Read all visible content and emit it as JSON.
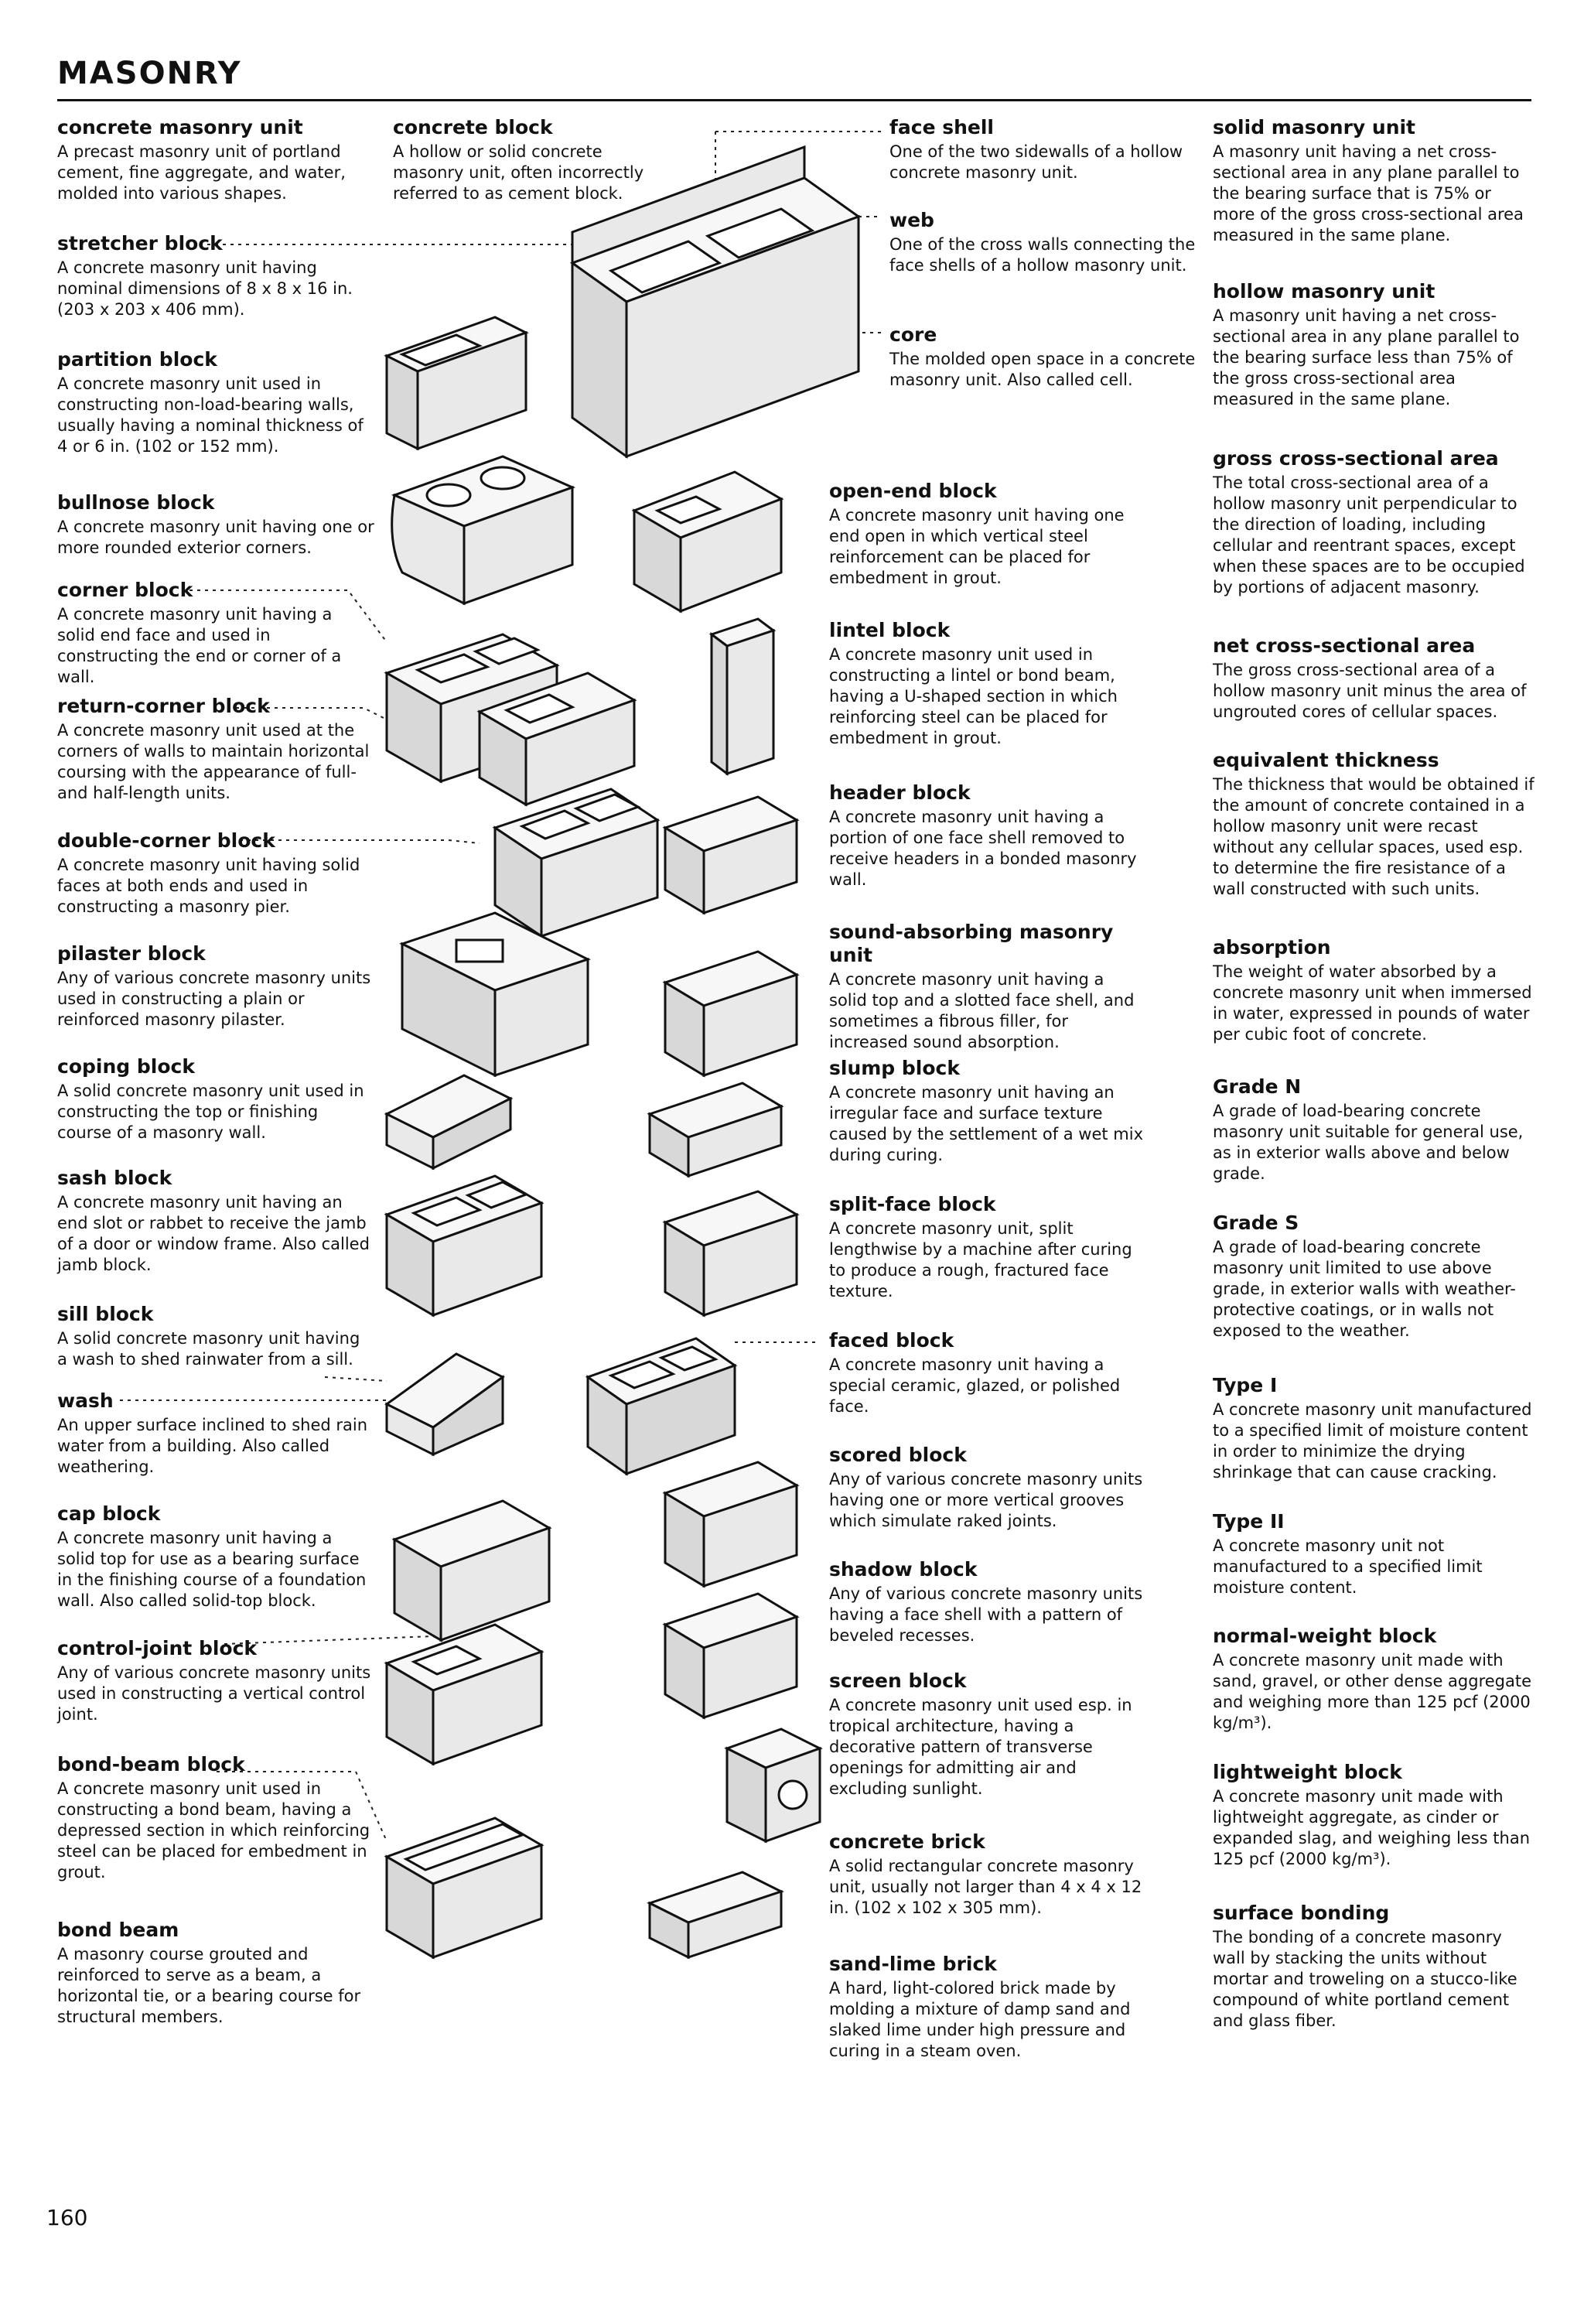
{
  "header": {
    "title": "MASONRY"
  },
  "page_number": "160",
  "col1": [
    {
      "term": "concrete masonry unit",
      "def": "A precast masonry unit of portland cement, fine aggregate, and water, molded into various shapes."
    },
    {
      "term": "stretcher block",
      "def": "A concrete masonry unit having nominal dimensions of 8 x 8 x 16 in. (203 x 203 x 406 mm)."
    },
    {
      "term": "partition block",
      "def": "A concrete masonry unit used in constructing non-load-bearing walls, usually having a nominal thickness of 4 or 6 in. (102 or 152 mm)."
    },
    {
      "term": "bullnose block",
      "def": "A concrete masonry unit having one or more rounded exterior corners."
    },
    {
      "term": "corner block",
      "def": "A concrete masonry unit having a solid end face and used in constructing the end or corner of a wall."
    },
    {
      "term": "return-corner block",
      "def": "A concrete masonry unit used at the corners of walls to maintain horizontal coursing with the appearance of full- and half-length units."
    },
    {
      "term": "double-corner block",
      "def": "A concrete masonry unit having solid faces at both ends and used in constructing a masonry pier."
    },
    {
      "term": "pilaster block",
      "def": "Any of various concrete masonry units used in constructing a plain or reinforced masonry pilaster."
    },
    {
      "term": "coping block",
      "def": "A solid concrete masonry unit used in constructing the top or finishing course of a masonry wall."
    },
    {
      "term": "sash block",
      "def": "A concrete masonry unit having an end slot or rabbet to receive the jamb of a door or window frame. Also called jamb block."
    },
    {
      "term": "sill block",
      "def": "A solid concrete masonry unit having a wash to shed rainwater from a sill."
    },
    {
      "term": "wash",
      "def": "An upper surface inclined to shed rain water from a building. Also called weathering."
    },
    {
      "term": "cap block",
      "def": "A concrete masonry unit having a solid top for use as a bearing surface in the finishing course of a foundation wall. Also called solid-top block."
    },
    {
      "term": "control-joint block",
      "def": "Any of various concrete masonry units used in constructing a vertical control joint."
    },
    {
      "term": "bond-beam block",
      "def": "A concrete masonry unit used in constructing a bond beam, having a depressed section in which reinforcing steel can be placed for embedment in grout."
    },
    {
      "term": "bond beam",
      "def": "A masonry course grouted and reinforced to serve as a beam, a horizontal tie, or a bearing course for structural members."
    }
  ],
  "col2": [
    {
      "term": "concrete block",
      "def": "A hollow or solid concrete masonry unit, often incorrectly referred to as cement block."
    }
  ],
  "col3": [
    {
      "term": "face shell",
      "def": "One of the two sidewalls of a hollow concrete masonry unit."
    },
    {
      "term": "web",
      "def": "One of the cross walls connecting the face shells of a hollow masonry unit."
    },
    {
      "term": "core",
      "def": "The molded open space in a concrete masonry unit. Also called cell."
    },
    {
      "term": "open-end block",
      "def": "A concrete masonry unit having one end open in which vertical steel reinforcement can be placed for embedment in grout."
    },
    {
      "term": "lintel block",
      "def": "A concrete masonry unit used in constructing a lintel or bond beam, having a U-shaped section in which reinforcing steel can be placed for embedment in grout."
    },
    {
      "term": "header block",
      "def": "A concrete masonry unit having a portion of one face shell removed to receive headers in a bonded masonry wall."
    },
    {
      "term": "sound-absorbing masonry unit",
      "def": "A concrete masonry unit having a solid top and a slotted face shell, and sometimes a fibrous filler, for increased sound absorption."
    },
    {
      "term": "slump block",
      "def": "A concrete masonry unit having an irregular face and surface texture caused by the settlement of a wet mix during curing."
    },
    {
      "term": "split-face block",
      "def": "A concrete masonry unit, split lengthwise by a machine after curing to produce a rough, fractured face texture."
    },
    {
      "term": "faced block",
      "def": "A concrete masonry unit having a special ceramic, glazed, or polished face."
    },
    {
      "term": "scored block",
      "def": "Any of various concrete masonry units having one or more vertical grooves which simulate raked joints."
    },
    {
      "term": "shadow block",
      "def": "Any of various concrete masonry units having a face shell with a pattern of beveled recesses."
    },
    {
      "term": "screen block",
      "def": "A concrete masonry unit used esp. in tropical architecture, having a decorative pattern of transverse openings for admitting air and excluding sunlight."
    },
    {
      "term": "concrete brick",
      "def": "A solid rectangular concrete masonry unit, usually not larger than 4 x 4 x 12 in. (102 x 102 x 305 mm)."
    },
    {
      "term": "sand-lime brick",
      "def": "A hard, light-colored brick made by molding a mixture of damp sand and slaked lime under high pressure and curing in a steam oven."
    }
  ],
  "col4": [
    {
      "term": "solid masonry unit",
      "def": "A masonry unit having a net cross-sectional area in any plane parallel to the bearing surface that is 75% or more of the gross cross-sectional area measured in the same plane."
    },
    {
      "term": "hollow masonry unit",
      "def": "A masonry unit having a net cross-sectional area in any plane parallel to the bearing surface less than 75% of the gross cross-sectional area measured in the same plane."
    },
    {
      "term": "gross cross-sectional area",
      "def": "The total cross-sectional area of a hollow masonry unit perpendicular to the direction of loading, including cellular and reentrant spaces, except when these spaces are to be occupied by portions of adjacent masonry."
    },
    {
      "term": "net cross-sectional area",
      "def": "The gross cross-sectional area of a hollow masonry unit minus the area of ungrouted cores of cellular spaces."
    },
    {
      "term": "equivalent thickness",
      "def": "The thickness that would be obtained if the amount of concrete contained in a hollow masonry unit were recast without any cellular spaces, used esp. to determine the fire resistance of a wall constructed with such units."
    },
    {
      "term": "absorption",
      "def": "The weight of water absorbed by a concrete masonry unit when immersed in water, expressed in pounds of water per cubic foot of concrete."
    },
    {
      "term": "Grade N",
      "def": "A grade of load-bearing concrete masonry unit suitable for general use, as in exterior walls above and below grade."
    },
    {
      "term": "Grade S",
      "def": "A grade of load-bearing concrete masonry unit limited to use above grade, in exterior walls with weather-protective coatings, or in walls not exposed to the weather."
    },
    {
      "term": "Type I",
      "def": "A concrete masonry unit manufactured to a specified limit of moisture content in order to minimize the drying shrinkage that can cause cracking."
    },
    {
      "term": "Type II",
      "def": "A concrete masonry unit not manufactured to a specified limit moisture content."
    },
    {
      "term": "normal-weight block",
      "def": "A concrete masonry unit made with sand, gravel, or other dense aggregate and weighing more than 125 pcf (2000 kg/m³)."
    },
    {
      "term": "lightweight block",
      "def": "A concrete masonry unit made with lightweight aggregate, as cinder or expanded slag, and weighing less than 125 pcf (2000 kg/m³)."
    },
    {
      "term": "surface bonding",
      "def": "The bonding of a concrete masonry wall by stacking the units without mortar and troweling on a stucco-like compound of white portland cement and glass fiber."
    }
  ]
}
